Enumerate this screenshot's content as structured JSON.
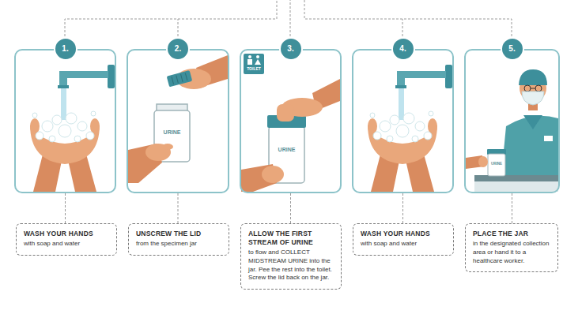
{
  "diagram": {
    "nodes": [
      {
        "text": [
          "1."
        ]
      },
      {
        "text": [
          "2."
        ]
      },
      {
        "text": [
          "3."
        ]
      },
      {
        "text": [
          "4."
        ]
      },
      {
        "text": [
          "5."
        ]
      },
      {
        "text": [
          "WASH YOUR HANDS",
          "with soap and water"
        ]
      },
      {
        "text": [
          "UNSCREW THE LID",
          "from the specimen jar"
        ]
      },
      {
        "text": [
          "ALLOW THE FIRST STREAM OF URINE",
          "to flow and COLLECT MIDSTREAM URINE into the jar. Pee the rest into the toilet. Screw the lid back on the jar."
        ]
      },
      {
        "text": [
          "WASH YOUR HANDS",
          "with soap and water"
        ]
      },
      {
        "text": [
          "PLACE THE JAR",
          "in the designated collection area or hand it to a healthcare worker."
        ]
      }
    ],
    "edges": [
      {
        "from": 0,
        "to": 5,
        "arrow": "none"
      },
      {
        "from": 1,
        "to": 6,
        "arrow": "none"
      },
      {
        "from": 2,
        "to": 7,
        "arrow": "none"
      },
      {
        "from": 3,
        "to": 8,
        "arrow": "none"
      },
      {
        "from": 4,
        "to": 9,
        "arrow": "none"
      }
    ],
    "labels": [
      "URINE",
      "TOILET",
      "URINE",
      "URINE"
    ]
  }
}
